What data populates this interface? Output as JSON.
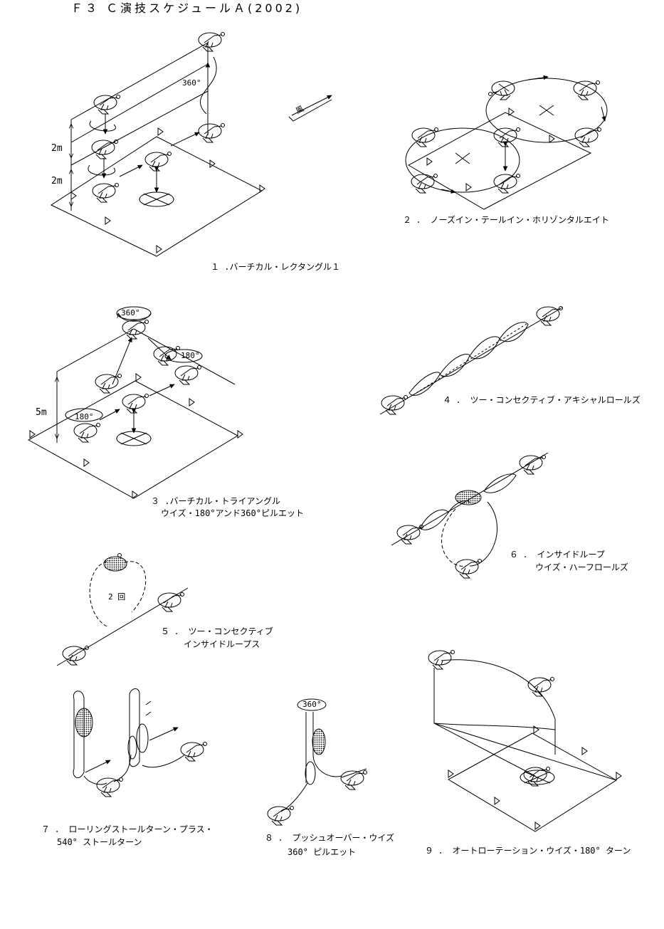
{
  "title": "Ｆ３ Ｃ演技スケジュールＡ(2002)",
  "wind_label": "風",
  "dimension_labels": {
    "d1_a": "2m",
    "d1_b": "2m",
    "d1_c": "360°",
    "d3_a": "5m",
    "d3_b": "360°",
    "d3_c": "180°",
    "d3_d": "180°",
    "d5_a": "2 回",
    "d8_a": "360°"
  },
  "maneuvers": [
    {
      "number": "1",
      "line1": "１ .バーチカル・レクタングル１",
      "line2": ""
    },
    {
      "number": "2",
      "line1": "２ ． ノーズイン・テールイン・ホリゾンタルエイト",
      "line2": ""
    },
    {
      "number": "3",
      "line1": "３ .バーチカル・トライアングル",
      "line2": "ウイズ・180°アンド360°ピルエット"
    },
    {
      "number": "4",
      "line1": "４ ． ツー・コンセクティブ・アキシャルロールズ",
      "line2": ""
    },
    {
      "number": "5",
      "line1": "５ ． ツー・コンセクティブ",
      "line2": "インサイドループス"
    },
    {
      "number": "6",
      "line1": "６ ． インサイドループ",
      "line2": "ウイズ・ハーフロールズ"
    },
    {
      "number": "7",
      "line1": "７ ． ローリングストールターン・プラス・",
      "line2": "540° ストールターン"
    },
    {
      "number": "8",
      "line1": "８ ． プッシュオーバー・ウイズ",
      "line2": "360° ピルエット"
    },
    {
      "number": "9",
      "line1": "９ ． オートローテーション・ウイズ・180° ターン",
      "line2": ""
    }
  ]
}
